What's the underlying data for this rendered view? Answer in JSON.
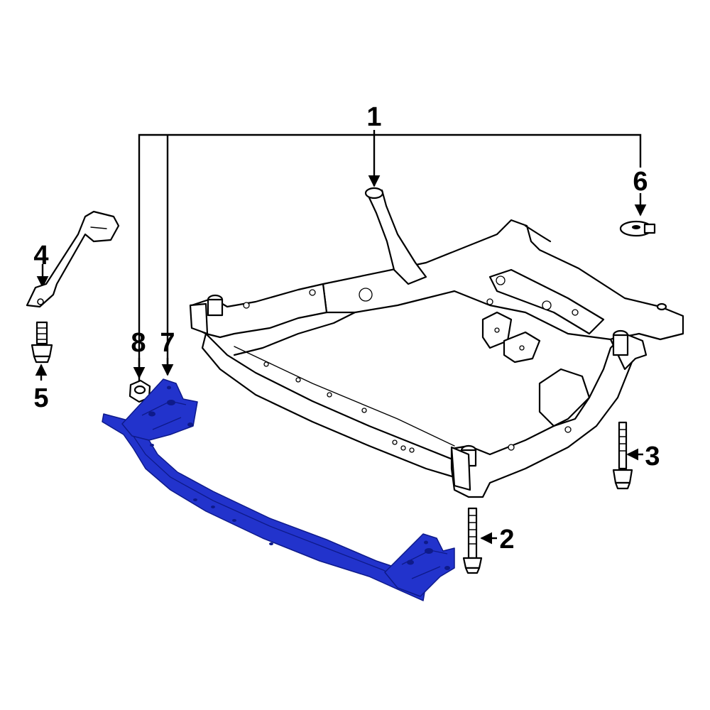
{
  "callouts": [
    {
      "id": "1",
      "label": "1"
    },
    {
      "id": "2",
      "label": "2"
    },
    {
      "id": "3",
      "label": "3"
    },
    {
      "id": "4",
      "label": "4"
    },
    {
      "id": "5",
      "label": "5"
    },
    {
      "id": "6",
      "label": "6"
    },
    {
      "id": "7",
      "label": "7"
    },
    {
      "id": "8",
      "label": "8"
    }
  ],
  "colors": {
    "highlight": "#2233cc",
    "highlight_dark": "#0e1a8a",
    "outline": "#000000",
    "background": "#ffffff"
  }
}
